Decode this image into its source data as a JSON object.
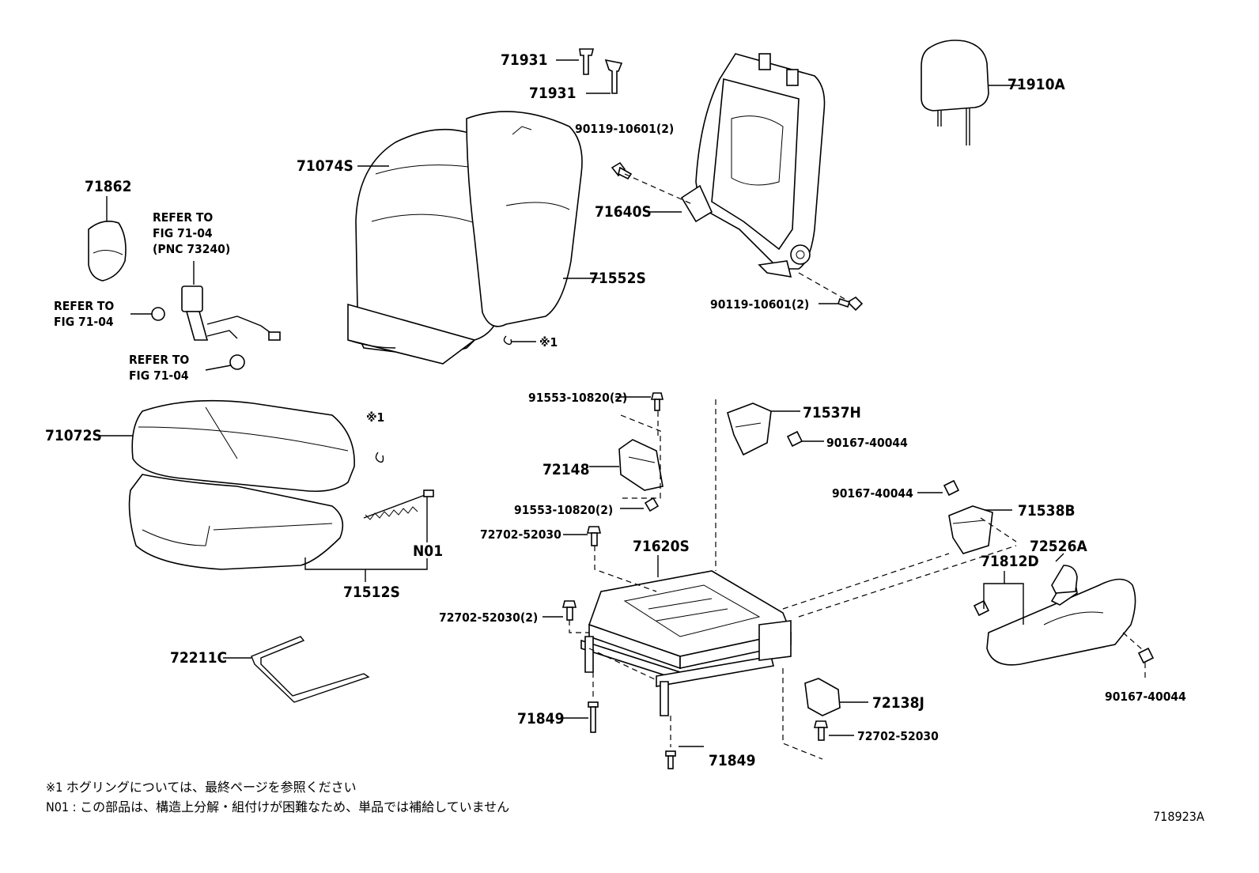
{
  "diagram_id": "718923A",
  "labels": {
    "p71931a": "71931",
    "p71931b": "71931",
    "p71910A": "71910A",
    "p90119a": "90119-10601(2)",
    "p90119b": "90119-10601(2)",
    "p71074S": "71074S",
    "p71862": "71862",
    "p71640S": "71640S",
    "p71552S": "71552S",
    "refer1_l1": "REFER TO",
    "refer1_l2": "FIG 71-04",
    "refer1_l3": "(PNC 73240)",
    "refer2_l1": "REFER TO",
    "refer2_l2": "FIG 71-04",
    "refer3_l1": "REFER TO",
    "refer3_l2": "FIG 71-04",
    "mark1a": "※1",
    "mark1b": "※1",
    "p91553a": "91553-10820(2)",
    "p91553b": "91553-10820(2)",
    "p71537H": "71537H",
    "p90167a": "90167-40044",
    "p90167b": "90167-40044",
    "p90167c": "90167-40044",
    "p71072S": "71072S",
    "p72148": "72148",
    "p71538B": "71538B",
    "p72702a": "72702-52030",
    "p72702b": "72702-52030(2)",
    "p72702c": "72702-52030",
    "p71620S": "71620S",
    "p72526A": "72526A",
    "pN01": "N01",
    "p71812D": "71812D",
    "p71512S": "71512S",
    "p72211C": "72211C",
    "p72138J": "72138J",
    "p71849a": "71849",
    "p71849b": "71849"
  },
  "notes": {
    "note1": "※1  ホグリングについては、最終ページを参照ください",
    "note2": "N01 : この部品は、構造上分解・組付けが困難なため、単品では補給していません"
  }
}
